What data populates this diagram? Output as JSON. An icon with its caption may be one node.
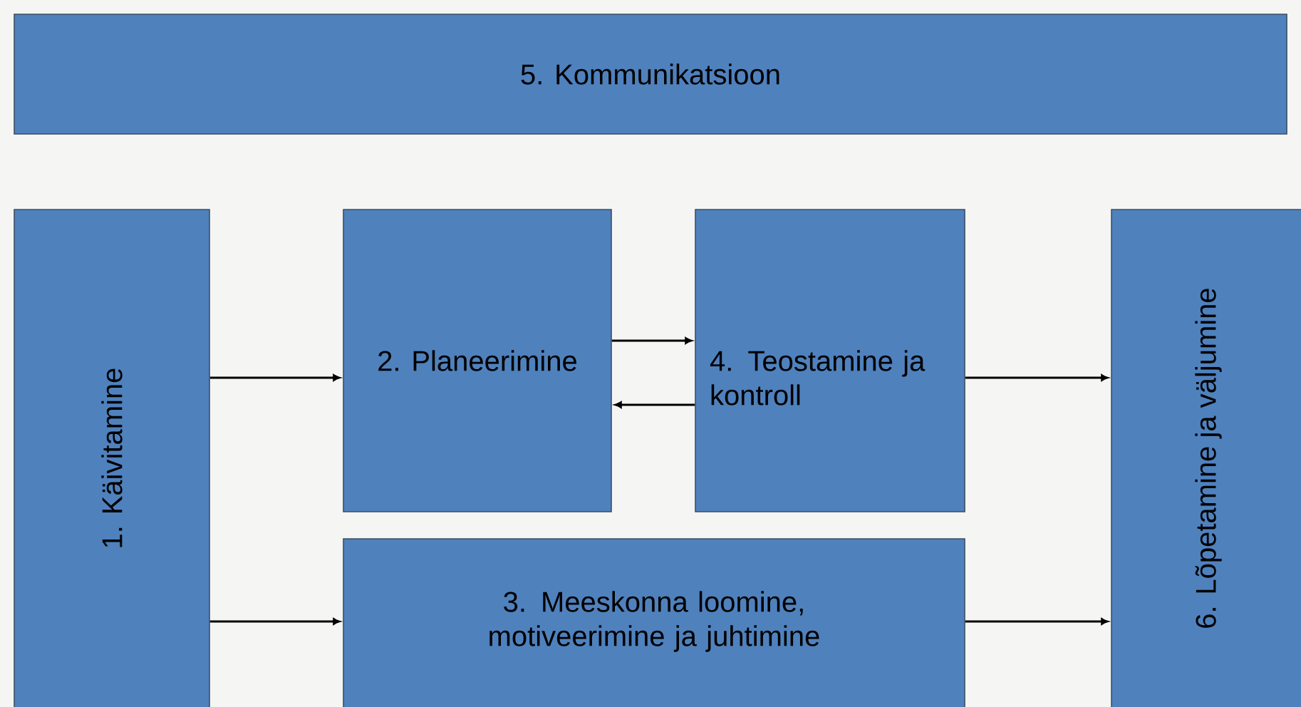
{
  "diagram": {
    "nodes": [
      {
        "text": [
          "5. Kommunikatsioon"
        ]
      },
      {
        "text": [
          "1. Käivitamine"
        ]
      },
      {
        "text": [
          "2. Planeerimine"
        ]
      },
      {
        "text": [
          "4. Teostamine ja kontroll"
        ]
      },
      {
        "text": [
          "3. Meeskonna loomine, motiveerimine ja juhtimine"
        ]
      },
      {
        "text": [
          "6. Lõpetamine ja väljumine"
        ]
      }
    ],
    "edges": [
      {
        "from": 1,
        "to": 2,
        "arrow": "to"
      },
      {
        "from": 2,
        "to": 3,
        "arrow": "to"
      },
      {
        "from": 3,
        "to": 2,
        "arrow": "to"
      },
      {
        "from": 3,
        "to": 5,
        "arrow": "to"
      },
      {
        "from": 1,
        "to": 4,
        "arrow": "to"
      },
      {
        "from": 4,
        "to": 5,
        "arrow": "to"
      }
    ]
  }
}
